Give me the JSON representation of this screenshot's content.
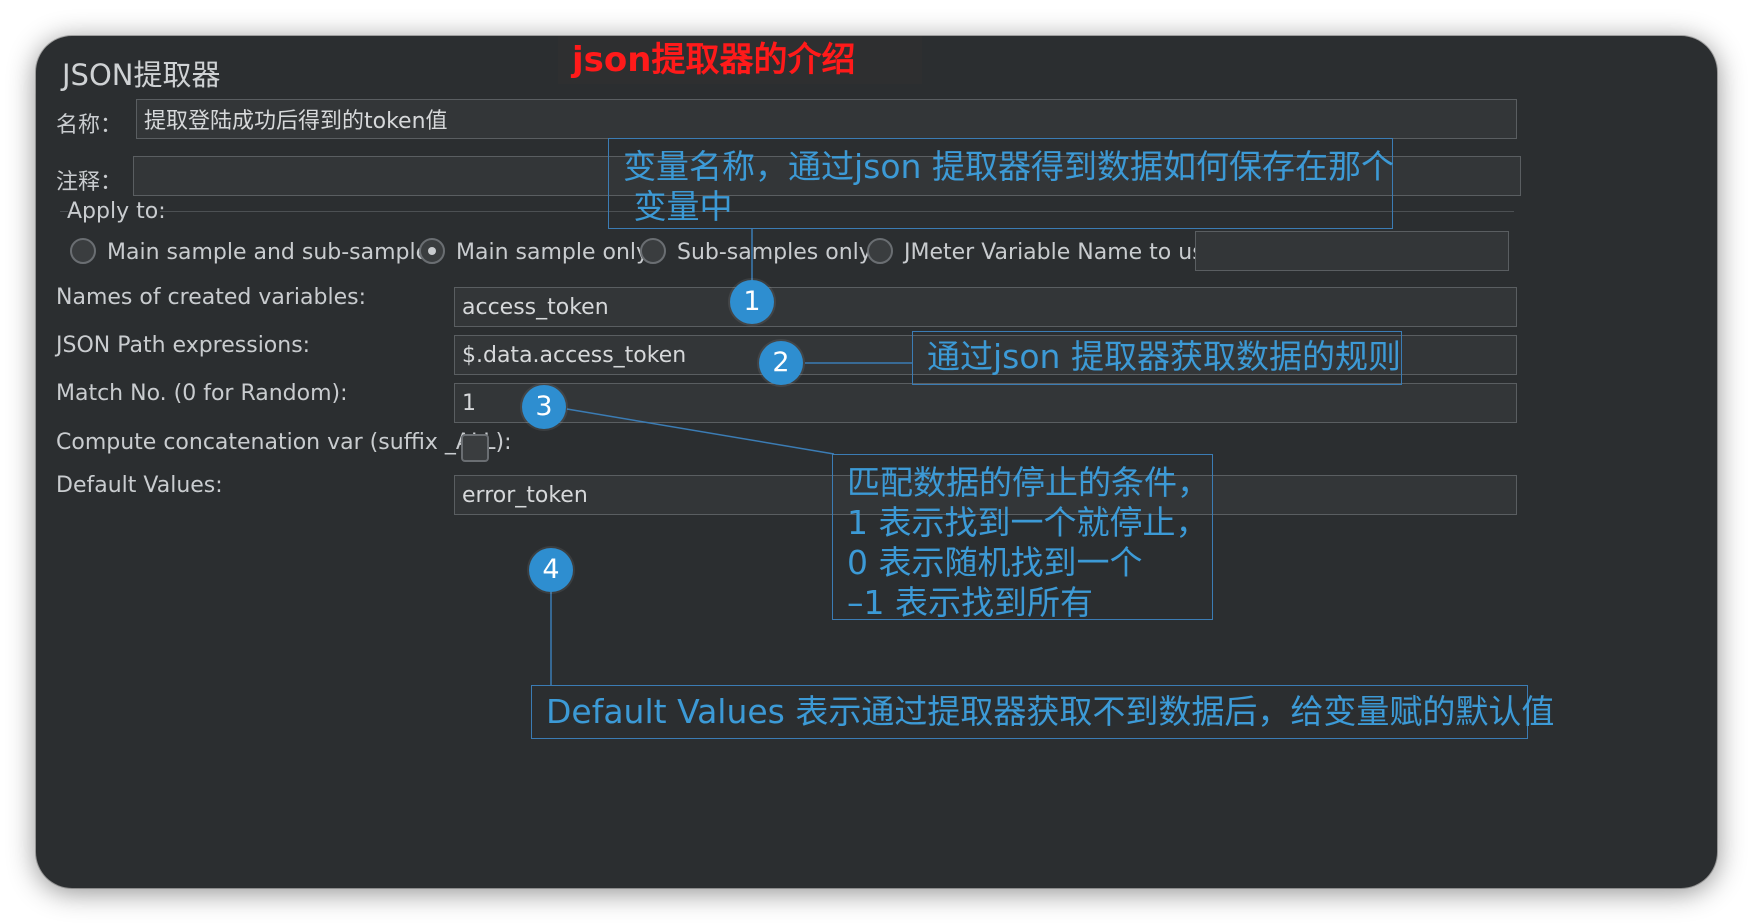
{
  "panel": {
    "title": "JSON提取器",
    "caption": "json提取器的介绍"
  },
  "form": {
    "name_label": "名称：",
    "name_value": "提取登陆成功后得到的token值",
    "comment_label": "注释：",
    "comment_value": "",
    "apply_to": {
      "label": "Apply to:",
      "options": [
        {
          "label": "Main sample and sub-samples",
          "selected": false
        },
        {
          "label": "Main sample only",
          "selected": true
        },
        {
          "label": "Sub-samples only",
          "selected": false
        },
        {
          "label": "JMeter Variable Name to use",
          "selected": false
        }
      ],
      "variable_name_value": ""
    },
    "names_label": "Names of created variables:",
    "names_value": "access_token",
    "path_label": "JSON Path expressions:",
    "path_value": "$.data.access_token",
    "match_label": "Match No. (0 for Random):",
    "match_value": "1",
    "concat_label": "Compute concatenation var (suffix _ALL):",
    "concat_checked": false,
    "default_label": "Default Values:",
    "default_value": "error_token"
  },
  "annotations": [
    {
      "number": "1",
      "text": "变量名称，通过json 提取器得到数据如何保存在那个\n 变量中"
    },
    {
      "number": "2",
      "text": "通过json 提取器获取数据的规则"
    },
    {
      "number": "3",
      "text": "匹配数据的停止的条件，\n1 表示找到一个就停止，\n0 表示随机找到一个\n–1 表示找到所有"
    },
    {
      "number": "4",
      "text": "Default Values 表示通过提取器获取不到数据后，给变量赋的默认值"
    }
  ],
  "colors": {
    "panel_bg": "#2b2e30",
    "field_bg": "#333638",
    "caption_red": "#ff1a1a",
    "annotation_blue": "#3c9ad6",
    "badge_blue": "#2e8ed0"
  }
}
